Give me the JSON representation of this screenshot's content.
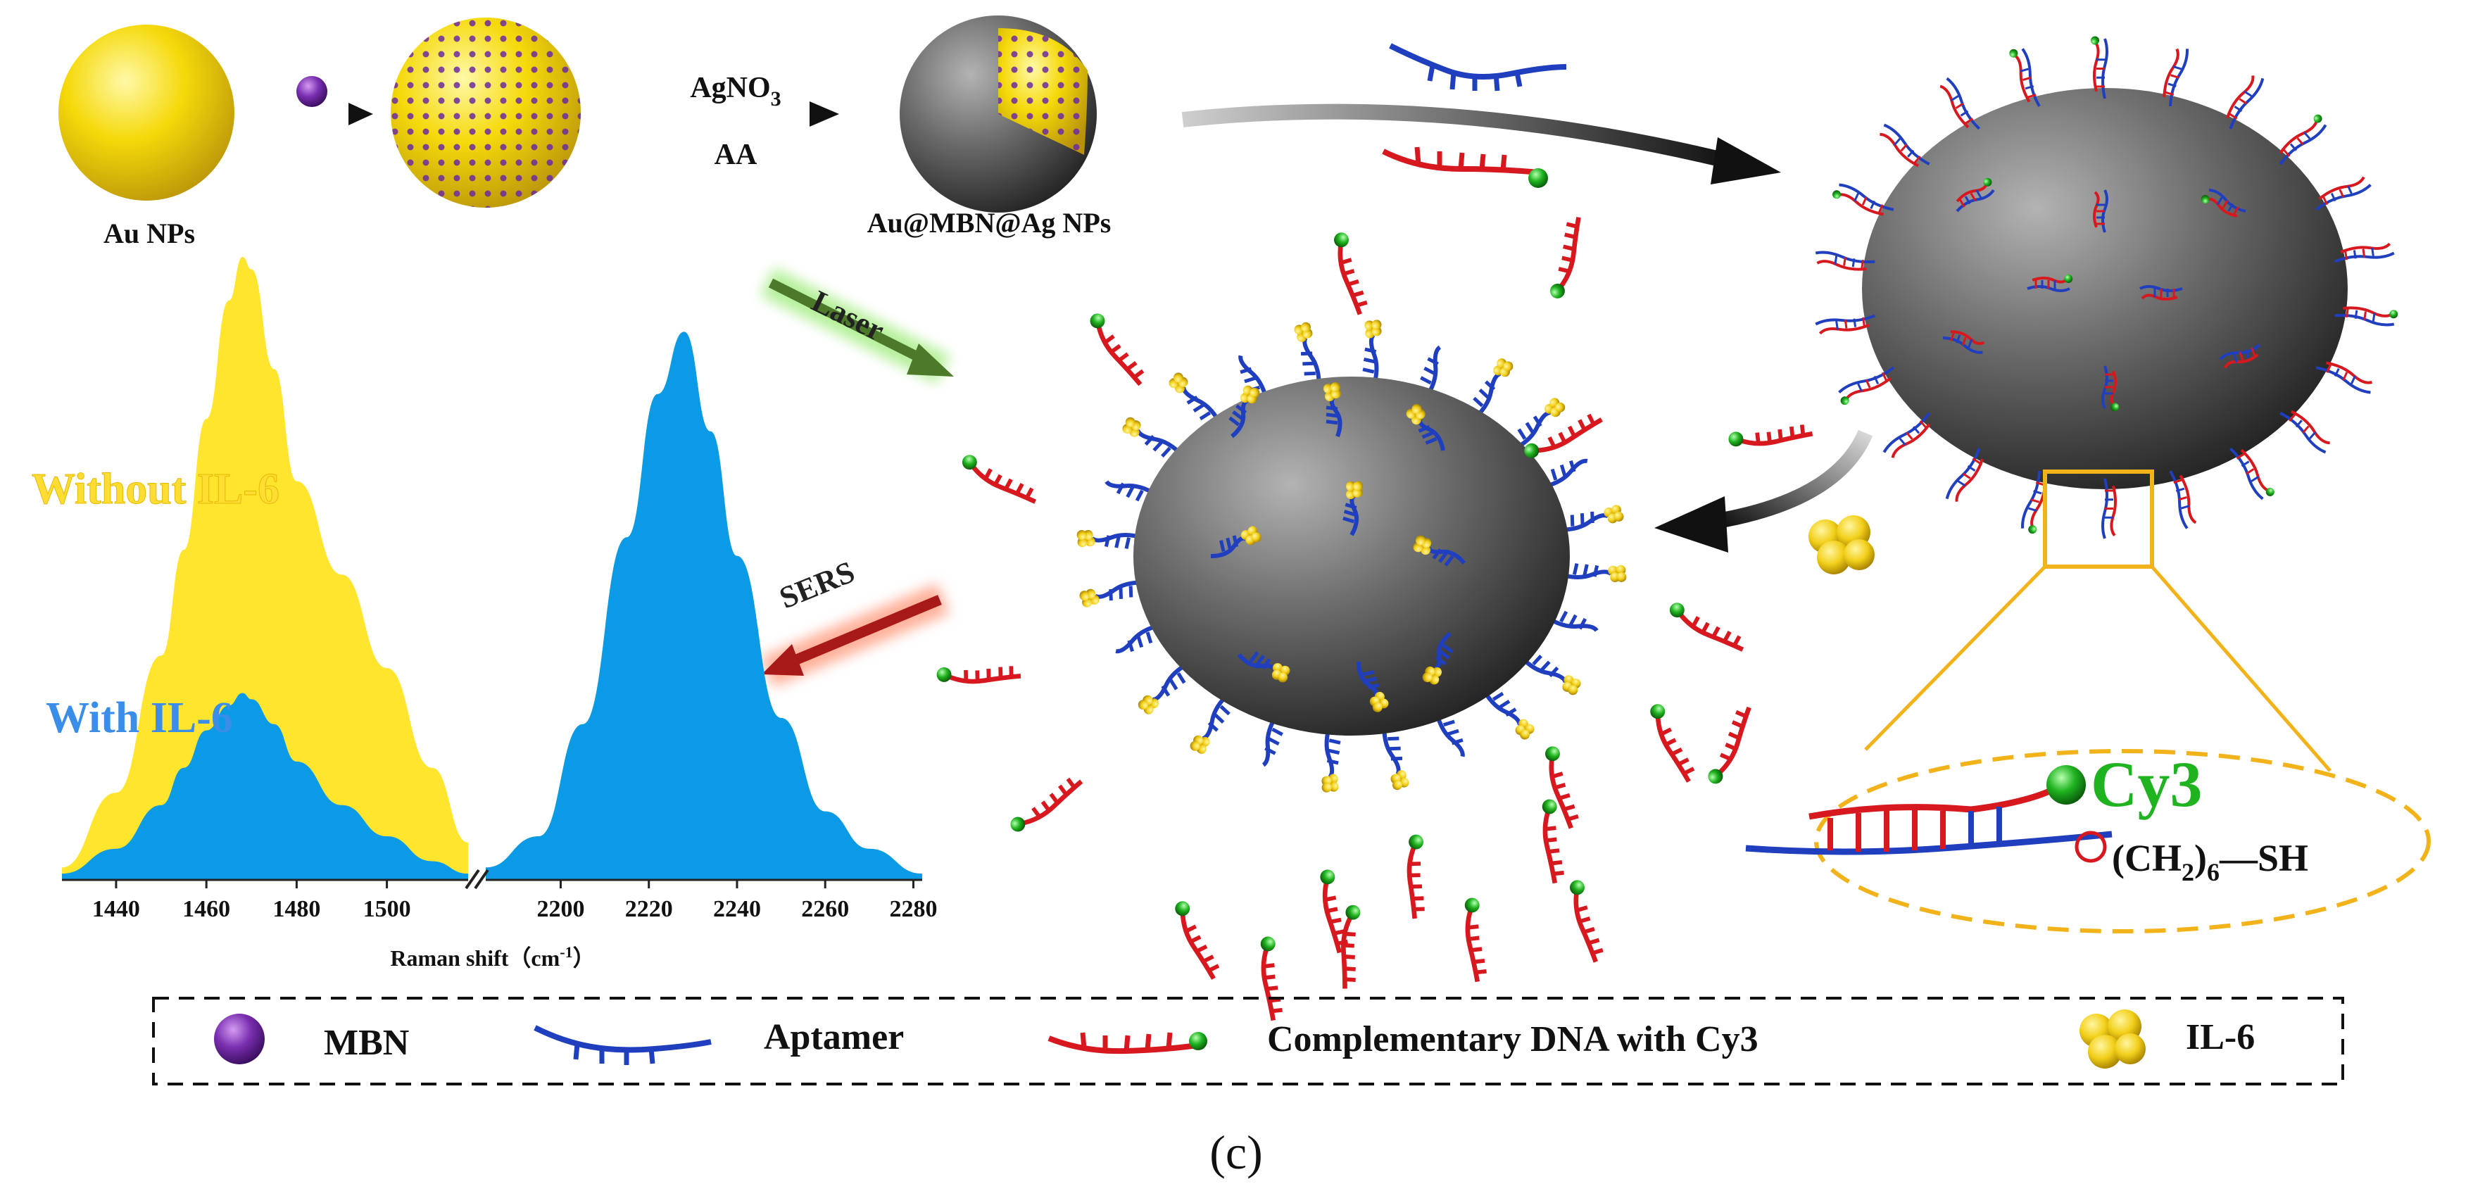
{
  "figure": {
    "panel_label": "(c)",
    "synthesis": {
      "au_label": "Au NPs",
      "reagent_top": "AgNO",
      "reagent_top_sub": "3",
      "reagent_bottom": "AA",
      "product_label": "Au@MBN@Ag NPs"
    },
    "steps": {
      "laser": "Laser",
      "sers": "SERS"
    },
    "zoom": {
      "dye": "Cy3",
      "linker_prefix": "(CH",
      "linker_sub2": "2",
      "linker_paren": ")",
      "linker_sub6": "6",
      "linker_suffix": "—SH"
    },
    "spectrum": {
      "without_label": "Without IL-6",
      "with_label": "With IL-6",
      "xlabel": "Raman shift（cm",
      "xlabel_sup": "-1",
      "xlabel_close": "）",
      "ticks_left": [
        "1440",
        "1460",
        "1480",
        "1500"
      ],
      "ticks_right": [
        "2200",
        "2220",
        "2240",
        "2260",
        "2280"
      ]
    },
    "legend": {
      "mbn": "MBN",
      "aptamer": "Aptamer",
      "cdna": "Complementary DNA with Cy3",
      "il6": "IL-6"
    },
    "colors": {
      "gold": "#f3d400",
      "purple": "#7a2fb0",
      "blue_strand": "#1f3fbf",
      "red_strand": "#d7191f",
      "cy3_green": "#1fb31f",
      "spectrum_blue": "#0b9be6",
      "spectrum_yellow": "#ffe52e",
      "label_yellow": "#ffdd33",
      "label_blue": "#3a8ee8"
    }
  },
  "chart_data": {
    "type": "area",
    "title": "",
    "xlabel": "Raman shift（cm-1）",
    "ylabel": "",
    "broken_axis": true,
    "x_segments": [
      [
        1428,
        1518
      ],
      [
        2183,
        2282
      ]
    ],
    "series": [
      {
        "name": "Without IL-6",
        "x": [
          1428,
          1440,
          1450,
          1455,
          1460,
          1465,
          1468,
          1470,
          1475,
          1480,
          1490,
          1500,
          1510,
          1518,
          2183,
          2195,
          2205,
          2215,
          2222,
          2228,
          2234,
          2240,
          2250,
          2260,
          2270,
          2282
        ],
        "y": [
          0.02,
          0.14,
          0.36,
          0.53,
          0.74,
          0.93,
          1.0,
          0.98,
          0.82,
          0.64,
          0.49,
          0.34,
          0.18,
          0.06,
          0.02,
          0.07,
          0.25,
          0.55,
          0.78,
          0.88,
          0.72,
          0.52,
          0.26,
          0.11,
          0.05,
          0.01
        ]
      },
      {
        "name": "With IL-6",
        "x": [
          1428,
          1440,
          1450,
          1455,
          1460,
          1465,
          1468,
          1470,
          1475,
          1480,
          1490,
          1500,
          1510,
          1518,
          2183,
          2195,
          2205,
          2215,
          2222,
          2228,
          2234,
          2240,
          2250,
          2260,
          2270,
          2282
        ],
        "y": [
          0.01,
          0.05,
          0.12,
          0.18,
          0.24,
          0.28,
          0.3,
          0.29,
          0.25,
          0.19,
          0.12,
          0.07,
          0.03,
          0.01,
          0.02,
          0.07,
          0.25,
          0.55,
          0.78,
          0.88,
          0.72,
          0.52,
          0.26,
          0.11,
          0.05,
          0.01
        ]
      }
    ]
  }
}
